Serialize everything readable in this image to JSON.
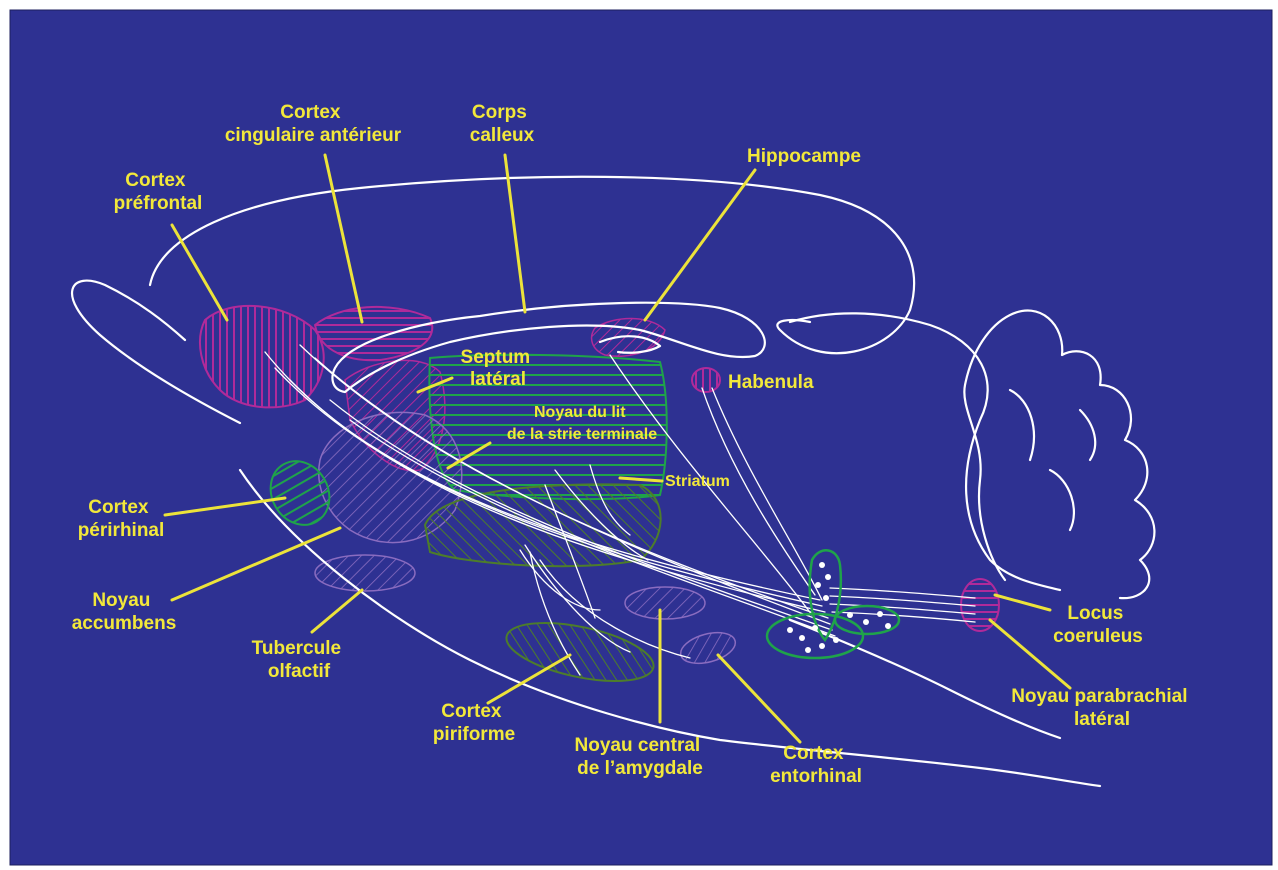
{
  "colors": {
    "background": "#2e3192",
    "label": "#f2e83a",
    "leader": "#ece33a",
    "outline": "#ffffff",
    "magenta_region": "#b02a9a",
    "lavender_region": "#8a6cc0",
    "green_region": "#1fa34a",
    "olive_region": "#4d7d2a"
  },
  "labels": {
    "prefrontal": [
      "Cortex",
      "préfrontal"
    ],
    "cingulate": [
      "Cortex",
      "cingulaire antérieur"
    ],
    "callosum": [
      "Corps",
      "calleux"
    ],
    "hippocampus": [
      "Hippocampe"
    ],
    "septum": [
      "Septum",
      "latéral"
    ],
    "habenula": [
      "Habenula"
    ],
    "bnst": [
      "Noyau du lit",
      "de la strie terminale"
    ],
    "striatum": [
      "Striatum"
    ],
    "perirhinal": [
      "Cortex",
      "périrhinal"
    ],
    "accumbens": [
      "Noyau",
      "accumbens"
    ],
    "olfactory": [
      "Tubercule",
      "olfactif"
    ],
    "piriform": [
      "Cortex",
      "piriforme"
    ],
    "amygdala": [
      "Noyau central",
      "de l’amygdale"
    ],
    "entorhinal": [
      "Cortex",
      "entorhinal"
    ],
    "coeruleus": [
      "Locus",
      "coeruleus"
    ],
    "parabrachial": [
      "Noyau parabrachial",
      "latéral"
    ]
  }
}
